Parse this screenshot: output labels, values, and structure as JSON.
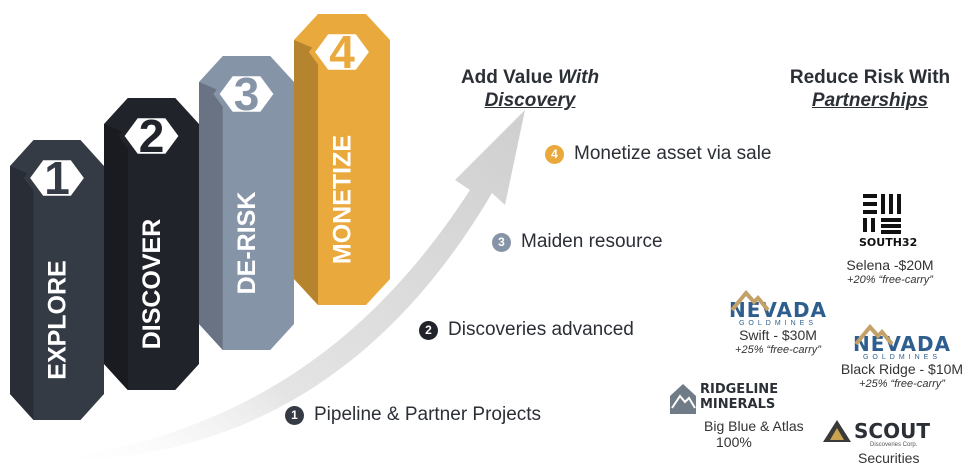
{
  "pillars": [
    {
      "number": "1",
      "label": "EXPLORE",
      "color": "#353b45"
    },
    {
      "number": "2",
      "label": "DISCOVER",
      "color": "#202329"
    },
    {
      "number": "3",
      "label": "DE-RISK",
      "color": "#8694a8"
    },
    {
      "number": "4",
      "label": "MONETIZE",
      "color": "#e9a93c"
    }
  ],
  "headings": {
    "add_value_prefix": "Add Value ",
    "add_value_with": "With",
    "add_value_line2": "Discovery",
    "reduce_risk_line1": "Reduce Risk With",
    "reduce_risk_line2": "Partnerships"
  },
  "steps": [
    {
      "number": "4",
      "text": "Monetize asset via sale",
      "color": "#e9a93c"
    },
    {
      "number": "3",
      "text": "Maiden resource",
      "color": "#8694a8"
    },
    {
      "number": "2",
      "text": "Discoveries advanced",
      "color": "#202329"
    },
    {
      "number": "1",
      "text": "Pipeline & Partner Projects",
      "color": "#353b45"
    }
  ],
  "partners": {
    "south32": {
      "logo_text": "SOUTH32",
      "project": "Selena -$20M",
      "carry": "+20% “free-carry”"
    },
    "nevada_swift": {
      "logo_text": "NEVADA",
      "logo_sub": "GOLDMINES",
      "project": "Swift - $30M",
      "carry": "+25% “free-carry”"
    },
    "nevada_black": {
      "logo_text": "NEVADA",
      "logo_sub": "GOLDMINES",
      "project": "Black Ridge - $10M",
      "carry": "+25% “free-carry”"
    },
    "ridgeline": {
      "logo_line1": "RIDGELINE",
      "logo_line2": "MINERALS",
      "project": "Big Blue & Atlas",
      "percent": "100%"
    },
    "scout": {
      "logo_text": "SCOUT",
      "logo_sub": "Discoveries Corp.",
      "project": "Securities"
    }
  }
}
